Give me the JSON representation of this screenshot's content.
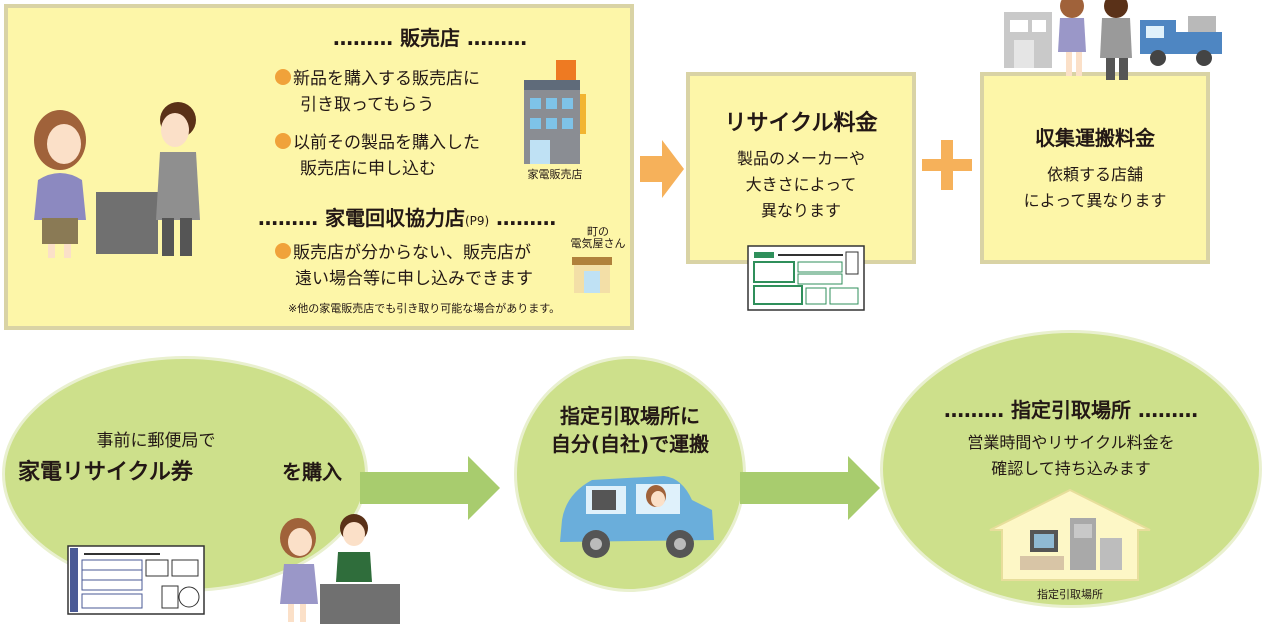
{
  "retailer_panel": {
    "heading": "……… 販売店 ………",
    "item1_line1": "新品を購入する販売店に",
    "item1_line2": "引き取ってもらう",
    "item2_line1": "以前その製品を購入した",
    "item2_line2": "販売店に申し込む",
    "store_caption": "家電販売店",
    "coop_heading": "……… 家電回収協力店",
    "coop_ref": "(P9)",
    "coop_dots": "………",
    "item3_line1": "販売店が分からない、販売店が",
    "item3_line2": "遠い場合等に申し込みできます",
    "town_shop_caption_line1": "町の",
    "town_shop_caption_line2": "電気屋さん",
    "note": "※他の家電販売店でも引き取り可能な場合があります。"
  },
  "recycle_fee": {
    "title": "リサイクル料金",
    "line1": "製品のメーカーや",
    "line2": "大きさによって",
    "line3": "異なります"
  },
  "transport_fee": {
    "title": "収集運搬料金",
    "line1": "依頼する店舗",
    "line2": "によって異なります"
  },
  "post_office": {
    "line1": "事前に郵便局で",
    "ticket": "家電リサイクル券",
    "purchase": "を購入"
  },
  "self_transport": {
    "line1": "指定引取場所に",
    "line2": "自分(自社)で運搬"
  },
  "designated_site": {
    "heading": "……… 指定引取場所 ………",
    "line1": "営業時間やリサイクル料金を",
    "line2": "確認して持ち込みます",
    "caption": "指定引取場所"
  },
  "colors": {
    "panel_fill": "#fdf6a8",
    "panel_border": "#d9d3a5",
    "ellipse_fill": "#cde08b",
    "orange_arrow": "#f6b15a",
    "green_arrow": "#a8cc6e",
    "plus": "#f6b15a",
    "bullet": "#f0a23a"
  }
}
